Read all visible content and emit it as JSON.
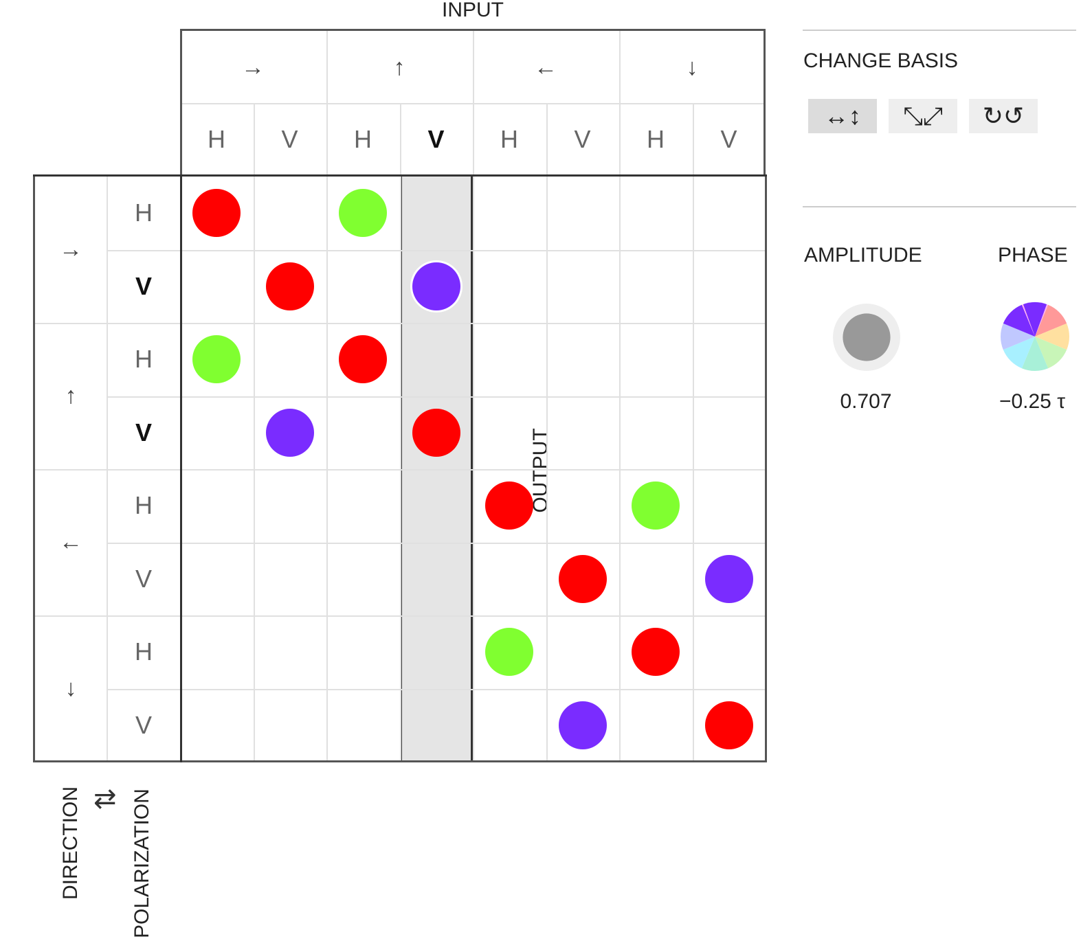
{
  "input_title": "INPUT",
  "output_title": "OUTPUT",
  "columns": {
    "directions": [
      "→",
      "↑",
      "←",
      "↓"
    ],
    "polarizations": [
      "H",
      "V",
      "H",
      "V",
      "H",
      "V",
      "H",
      "V"
    ],
    "selected_index": 3
  },
  "rows": {
    "directions": [
      "→",
      "↑",
      "←",
      "↓"
    ],
    "polarizations": [
      "H",
      "V",
      "H",
      "V",
      "H",
      "V",
      "H",
      "V"
    ],
    "bold_indices": [
      1,
      3
    ]
  },
  "colors": {
    "zero_phase": "#ff0000",
    "quarter_phase": "#80ff30",
    "neg_quarter_phase": "#7a2cff",
    "highlight": "#e5e5e5"
  },
  "matrix": [
    {
      "row": 0,
      "col": 0,
      "color": "#ff0000"
    },
    {
      "row": 0,
      "col": 2,
      "color": "#80ff30"
    },
    {
      "row": 1,
      "col": 1,
      "color": "#ff0000"
    },
    {
      "row": 1,
      "col": 3,
      "color": "#7a2cff",
      "selected": true
    },
    {
      "row": 2,
      "col": 0,
      "color": "#80ff30"
    },
    {
      "row": 2,
      "col": 2,
      "color": "#ff0000"
    },
    {
      "row": 3,
      "col": 1,
      "color": "#7a2cff"
    },
    {
      "row": 3,
      "col": 3,
      "color": "#ff0000"
    },
    {
      "row": 4,
      "col": 4,
      "color": "#ff0000"
    },
    {
      "row": 4,
      "col": 6,
      "color": "#80ff30"
    },
    {
      "row": 5,
      "col": 5,
      "color": "#ff0000"
    },
    {
      "row": 5,
      "col": 7,
      "color": "#7a2cff"
    },
    {
      "row": 6,
      "col": 4,
      "color": "#80ff30"
    },
    {
      "row": 6,
      "col": 6,
      "color": "#ff0000"
    },
    {
      "row": 7,
      "col": 5,
      "color": "#7a2cff"
    },
    {
      "row": 7,
      "col": 7,
      "color": "#ff0000"
    }
  ],
  "bottom": {
    "direction_label": "DIRECTION",
    "swap_icon": "⇄",
    "polarization_label": "POLARIZATION"
  },
  "panel": {
    "change_basis_title": "CHANGE BASIS",
    "basis_buttons": [
      {
        "label": "↔↕",
        "icon": "horizontal-vertical-icon",
        "active": true
      },
      {
        "label": "⤡⤢",
        "icon": "diagonal-icon",
        "active": false
      },
      {
        "label": "↻↺",
        "icon": "circular-icon",
        "active": false
      }
    ],
    "amplitude_title": "AMPLITUDE",
    "phase_title": "PHASE",
    "amplitude_value": "0.707",
    "phase_value": "−0.25 τ",
    "amplitude_fraction": 0.707,
    "phase_fraction": -0.25
  }
}
